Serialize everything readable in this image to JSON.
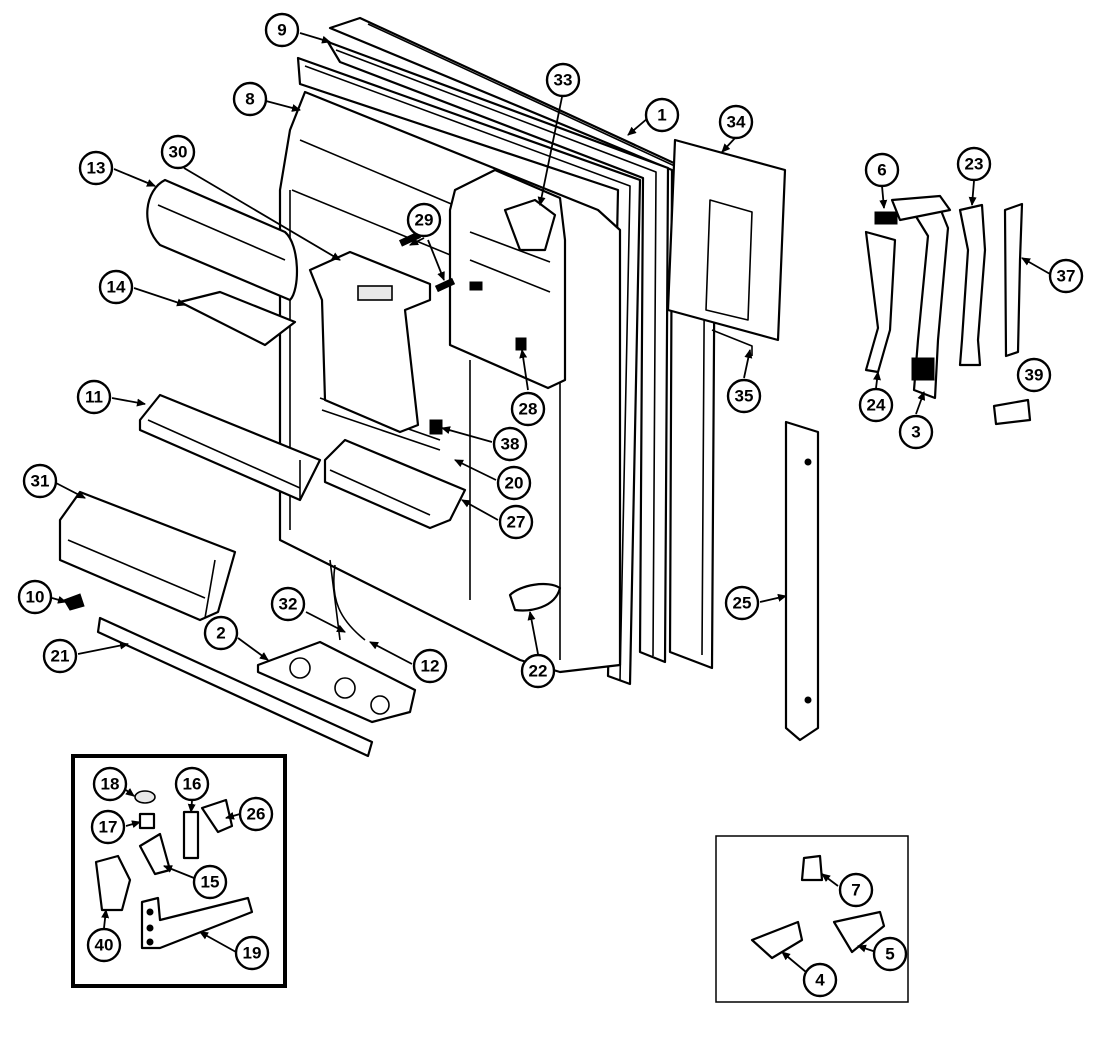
{
  "callouts": [
    "9",
    "8",
    "13",
    "30",
    "33",
    "1",
    "34",
    "29",
    "14",
    "6",
    "23",
    "37",
    "11",
    "28",
    "24",
    "3",
    "35",
    "39",
    "38",
    "20",
    "31",
    "27",
    "10",
    "25",
    "32",
    "2",
    "12",
    "21",
    "22",
    "18",
    "16",
    "26",
    "17",
    "15",
    "40",
    "19",
    "7",
    "4",
    "5"
  ]
}
